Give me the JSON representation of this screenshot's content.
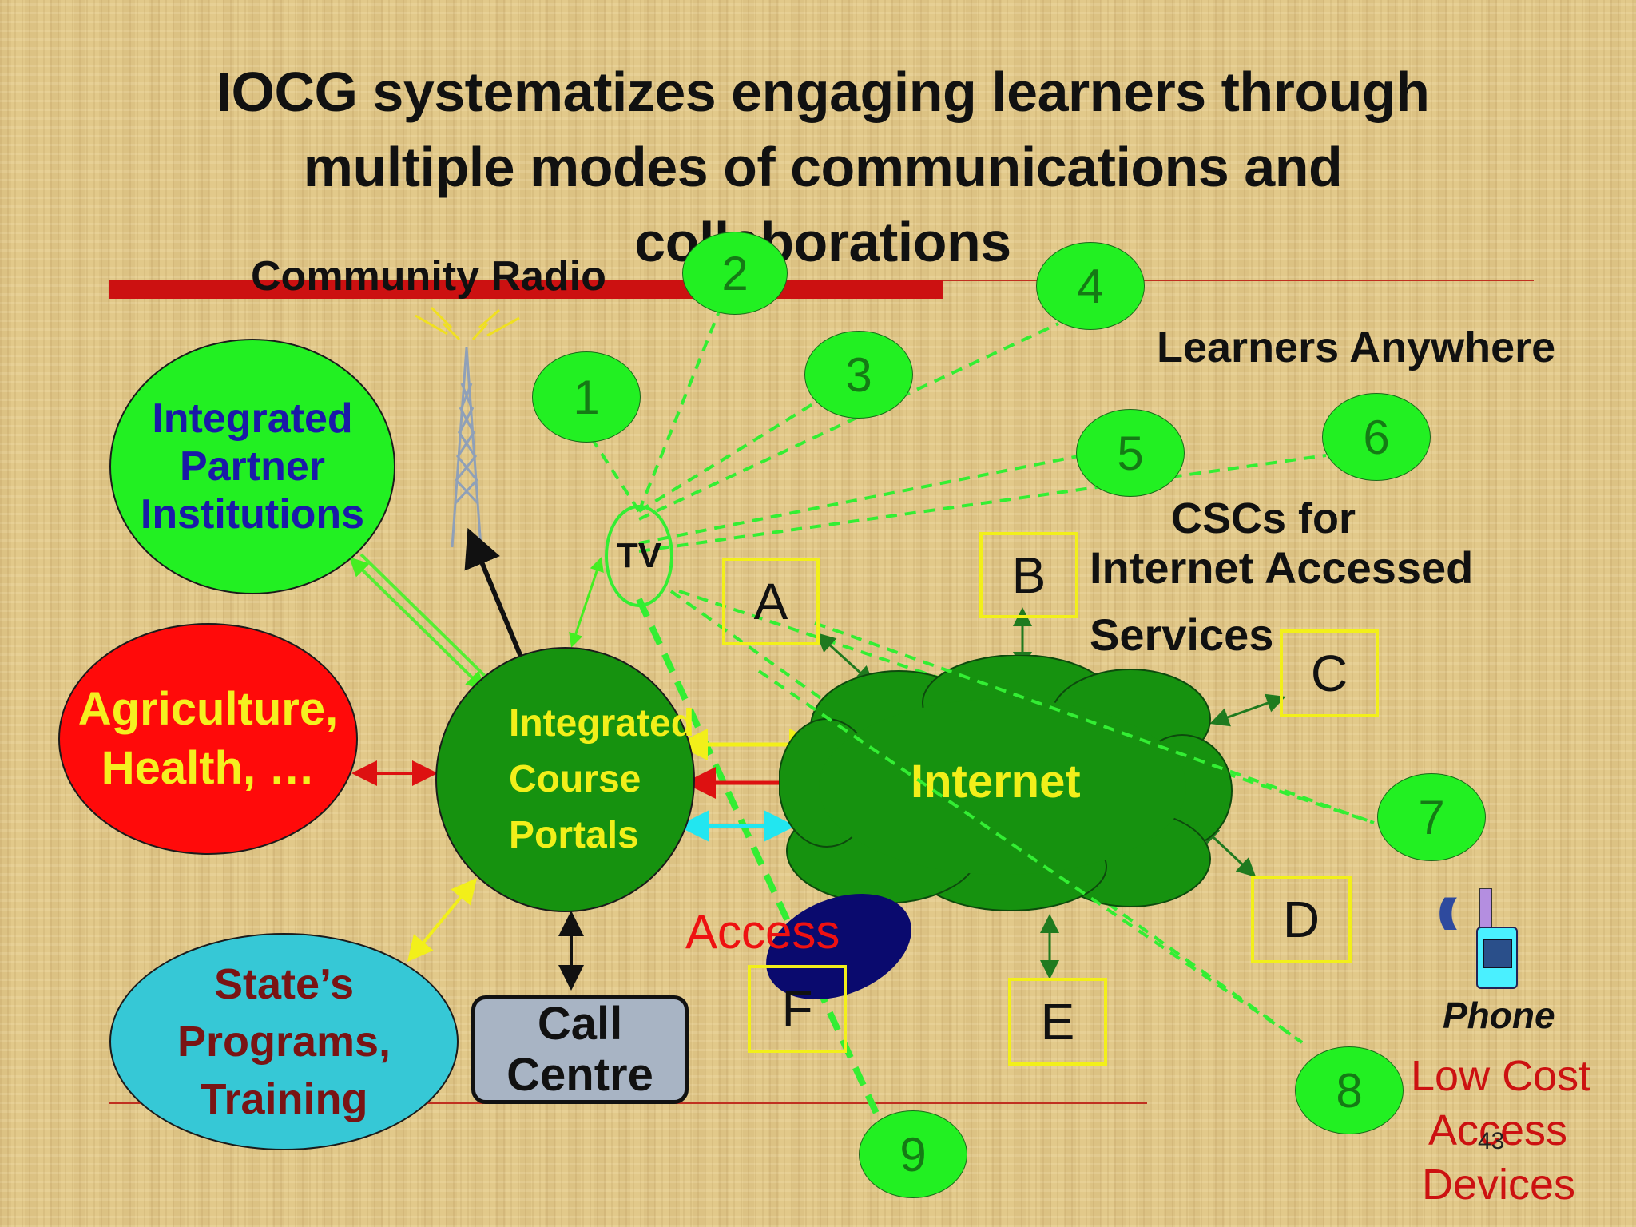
{
  "title": "IOCG systematizes engaging learners through multiple modes of communications and collaborations",
  "labels": {
    "community_radio": "Community Radio",
    "learners_anywhere": "Learners Anywhere",
    "cscs": "CSCs for",
    "internet_accessed": "Internet Accessed",
    "services": "Services",
    "access": "Access",
    "phone": "Phone",
    "low_cost": "Low Cost",
    "access_devices_1": "Access",
    "access_devices_2": "Devices",
    "page_number": "43",
    "tv": "TV",
    "internet": "Internet"
  },
  "ellipses": {
    "partners": [
      "Integrated",
      "Partner",
      "Institutions"
    ],
    "agriculture": [
      "Agriculture,",
      "Health, …"
    ],
    "portals": [
      "Integrated",
      "Course",
      "Portals"
    ],
    "states": [
      "State’s",
      "Programs,",
      "Training"
    ]
  },
  "call_centre": [
    "Call",
    "Centre"
  ],
  "learner_nodes": [
    "1",
    "2",
    "3",
    "4",
    "5",
    "6",
    "7",
    "8",
    "9"
  ],
  "csc_boxes": [
    "A",
    "B",
    "C",
    "D",
    "E",
    "F"
  ],
  "colors": {
    "node_green": "#22f022",
    "portal_green": "#16920f",
    "box_yellow": "#f2ef1a",
    "red_bar": "#cc1111",
    "link_dashed": "#33ee33"
  }
}
